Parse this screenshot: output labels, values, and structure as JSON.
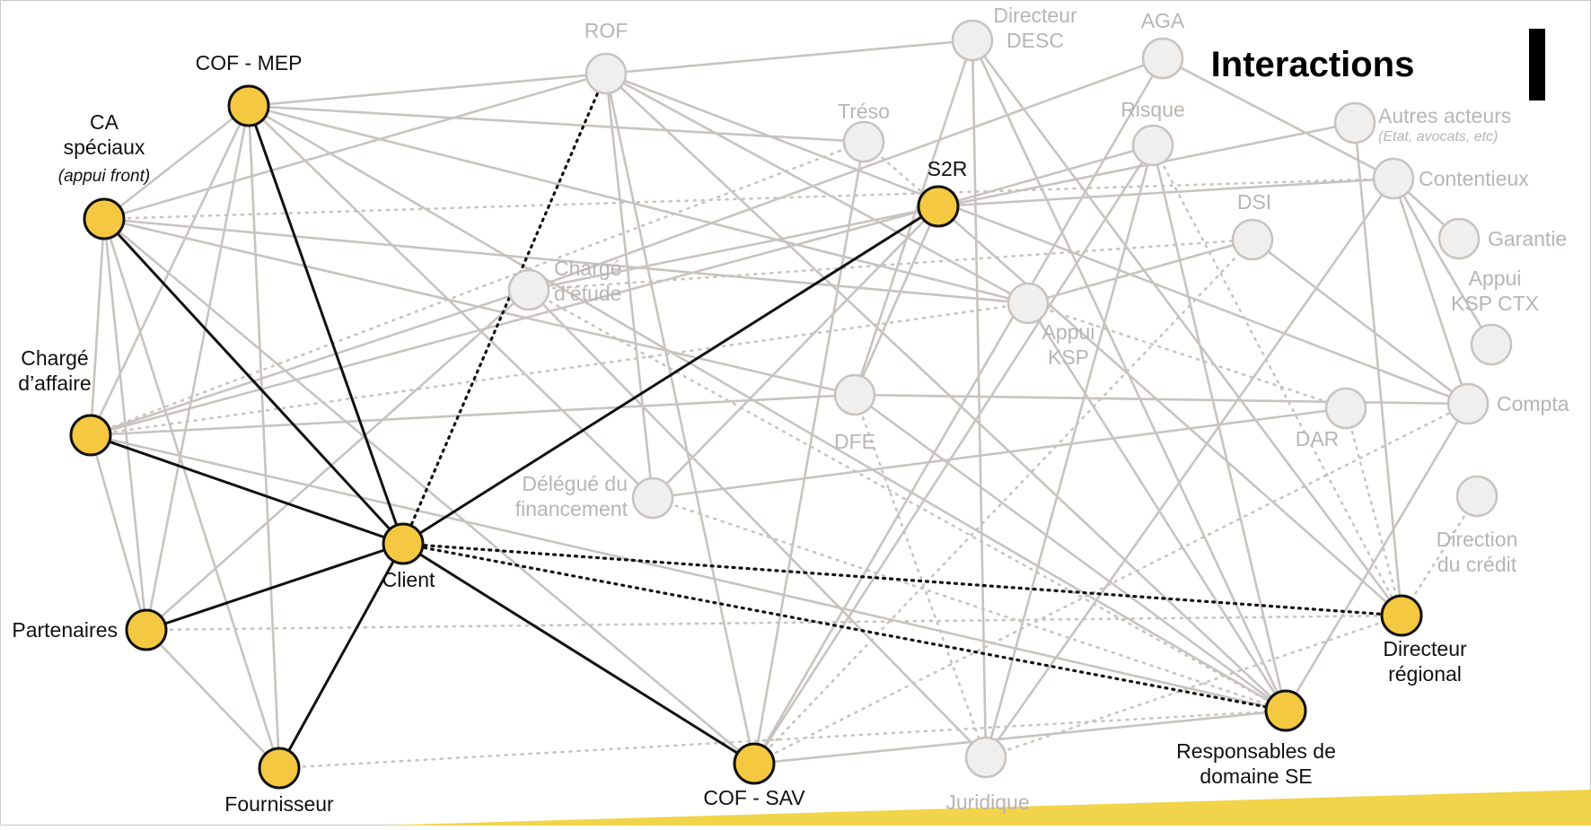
{
  "title": "Interactions",
  "colors": {
    "active_node": "#f5c842",
    "inactive_node": "#efefef",
    "active_text": "#111111",
    "inactive_text": "#b9b5b3",
    "grey_line": "#c9c3c0",
    "black_line": "#111111",
    "footer_band": "#f1d44a"
  },
  "nodes": [
    {
      "id": "rof",
      "label": "ROF",
      "active": false
    },
    {
      "id": "cof_mep",
      "label": "COF - MEP",
      "active": true
    },
    {
      "id": "ca_speciaux",
      "label": "CA\nspéciaux",
      "sublabel": "(appui front)",
      "active": true
    },
    {
      "id": "charge_affaire",
      "label": "Chargé\nd’affaire",
      "active": true
    },
    {
      "id": "partenaires",
      "label": "Partenaires",
      "active": true
    },
    {
      "id": "fournisseur",
      "label": "Fournisseur",
      "active": true
    },
    {
      "id": "client",
      "label": "Client",
      "active": true
    },
    {
      "id": "cof_sav",
      "label": "COF - SAV",
      "active": true
    },
    {
      "id": "s2r",
      "label": "S2R",
      "active": true
    },
    {
      "id": "directeur_regional",
      "label": "Directeur\nrégional",
      "active": true
    },
    {
      "id": "responsables_se",
      "label": "Responsables de\ndomaine SE",
      "active": true
    },
    {
      "id": "directeur_desc",
      "label": "Directeur\nDESC",
      "active": false
    },
    {
      "id": "aga",
      "label": "AGA",
      "active": false
    },
    {
      "id": "treso",
      "label": "Tréso",
      "active": false
    },
    {
      "id": "risque",
      "label": "Risque",
      "active": false
    },
    {
      "id": "autres_acteurs",
      "label": "Autres acteurs",
      "sublabel": "(Etat, avocats, etc)",
      "active": false
    },
    {
      "id": "contentieux",
      "label": "Contentieux",
      "active": false
    },
    {
      "id": "dsi",
      "label": "DSI",
      "active": false
    },
    {
      "id": "garantie",
      "label": "Garantie",
      "active": false
    },
    {
      "id": "charge_etude",
      "label": "Chargé\nd’étude",
      "active": false
    },
    {
      "id": "appui_ksp",
      "label": "Appui\nKSP",
      "active": false
    },
    {
      "id": "appui_ksp_ctx",
      "label": "Appui\nKSP CTX",
      "active": false
    },
    {
      "id": "dfe",
      "label": "DFE",
      "active": false
    },
    {
      "id": "compta",
      "label": "Compta",
      "active": false
    },
    {
      "id": "dar",
      "label": "DAR",
      "active": false
    },
    {
      "id": "delegue_financement",
      "label": "Délégué du\nfinancement",
      "active": false
    },
    {
      "id": "direction_credit",
      "label": "Direction\ndu crédit",
      "active": false
    },
    {
      "id": "juridique",
      "label": "Juridique",
      "active": false
    }
  ],
  "edges": [
    {
      "from": "client",
      "to": "cof_mep",
      "style": "black"
    },
    {
      "from": "client",
      "to": "ca_speciaux",
      "style": "black"
    },
    {
      "from": "client",
      "to": "charge_affaire",
      "style": "black"
    },
    {
      "from": "client",
      "to": "partenaires",
      "style": "black"
    },
    {
      "from": "client",
      "to": "fournisseur",
      "style": "black"
    },
    {
      "from": "client",
      "to": "cof_sav",
      "style": "black"
    },
    {
      "from": "client",
      "to": "s2r",
      "style": "black"
    },
    {
      "from": "client",
      "to": "rof",
      "style": "black-dotted"
    },
    {
      "from": "client",
      "to": "directeur_regional",
      "style": "black-dotted"
    },
    {
      "from": "client",
      "to": "responsables_se",
      "style": "black-dotted"
    },
    {
      "from": "cof_mep",
      "to": "rof",
      "style": "grey"
    },
    {
      "from": "cof_mep",
      "to": "ca_speciaux",
      "style": "grey"
    },
    {
      "from": "cof_mep",
      "to": "charge_affaire",
      "style": "grey"
    },
    {
      "from": "cof_mep",
      "to": "partenaires",
      "style": "grey"
    },
    {
      "from": "cof_mep",
      "to": "fournisseur",
      "style": "grey"
    },
    {
      "from": "cof_mep",
      "to": "treso",
      "style": "grey"
    },
    {
      "from": "cof_mep",
      "to": "appui_ksp",
      "style": "grey"
    },
    {
      "from": "cof_mep",
      "to": "delegue_financement",
      "style": "grey"
    },
    {
      "from": "cof_mep",
      "to": "responsables_se",
      "style": "grey"
    },
    {
      "from": "ca_speciaux",
      "to": "partenaires",
      "style": "grey"
    },
    {
      "from": "ca_speciaux",
      "to": "fournisseur",
      "style": "grey"
    },
    {
      "from": "ca_speciaux",
      "to": "rof",
      "style": "grey"
    },
    {
      "from": "ca_speciaux",
      "to": "appui_ksp",
      "style": "grey"
    },
    {
      "from": "ca_speciaux",
      "to": "dfe",
      "style": "grey"
    },
    {
      "from": "ca_speciaux",
      "to": "cof_sav",
      "style": "grey"
    },
    {
      "from": "charge_affaire",
      "to": "partenaires",
      "style": "grey"
    },
    {
      "from": "charge_affaire",
      "to": "ca_speciaux",
      "style": "grey"
    },
    {
      "from": "charge_affaire",
      "to": "charge_etude",
      "style": "grey"
    },
    {
      "from": "charge_affaire",
      "to": "dfe",
      "style": "grey"
    },
    {
      "from": "charge_affaire",
      "to": "s2r",
      "style": "grey"
    },
    {
      "from": "charge_affaire",
      "to": "responsables_se",
      "style": "grey"
    },
    {
      "from": "partenaires",
      "to": "fournisseur",
      "style": "grey"
    },
    {
      "from": "partenaires",
      "to": "charge_etude",
      "style": "grey"
    },
    {
      "from": "rof",
      "to": "directeur_desc",
      "style": "grey"
    },
    {
      "from": "rof",
      "to": "delegue_financement",
      "style": "grey"
    },
    {
      "from": "rof",
      "to": "appui_ksp",
      "style": "grey"
    },
    {
      "from": "rof",
      "to": "cof_sav",
      "style": "grey"
    },
    {
      "from": "rof",
      "to": "responsables_se",
      "style": "grey"
    },
    {
      "from": "rof",
      "to": "compta",
      "style": "grey"
    },
    {
      "from": "directeur_desc",
      "to": "dfe",
      "style": "grey"
    },
    {
      "from": "directeur_desc",
      "to": "juridique",
      "style": "grey"
    },
    {
      "from": "directeur_desc",
      "to": "directeur_regional",
      "style": "grey"
    },
    {
      "from": "directeur_desc",
      "to": "responsables_se",
      "style": "grey"
    },
    {
      "from": "aga",
      "to": "cof_sav",
      "style": "grey"
    },
    {
      "from": "aga",
      "to": "contentieux",
      "style": "grey"
    },
    {
      "from": "aga",
      "to": "charge_etude",
      "style": "grey"
    },
    {
      "from": "risque",
      "to": "s2r",
      "style": "grey"
    },
    {
      "from": "risque",
      "to": "responsables_se",
      "style": "grey"
    },
    {
      "from": "risque",
      "to": "cof_sav",
      "style": "grey"
    },
    {
      "from": "risque",
      "to": "juridique",
      "style": "grey"
    },
    {
      "from": "treso",
      "to": "cof_sav",
      "style": "grey"
    },
    {
      "from": "s2r",
      "to": "contentieux",
      "style": "grey"
    },
    {
      "from": "s2r",
      "to": "dfe",
      "style": "grey"
    },
    {
      "from": "s2r",
      "to": "directeur_regional",
      "style": "grey"
    },
    {
      "from": "autres_acteurs",
      "to": "charge_etude",
      "style": "grey"
    },
    {
      "from": "autres_acteurs",
      "to": "directeur_regional",
      "style": "grey"
    },
    {
      "from": "contentieux",
      "to": "garantie",
      "style": "grey"
    },
    {
      "from": "contentieux",
      "to": "appui_ksp_ctx",
      "style": "grey"
    },
    {
      "from": "contentieux",
      "to": "compta",
      "style": "grey"
    },
    {
      "from": "contentieux",
      "to": "juridique",
      "style": "grey"
    },
    {
      "from": "dsi",
      "to": "appui_ksp",
      "style": "grey"
    },
    {
      "from": "dsi",
      "to": "compta",
      "style": "grey"
    },
    {
      "from": "appui_ksp",
      "to": "responsables_se",
      "style": "grey"
    },
    {
      "from": "dfe",
      "to": "compta",
      "style": "grey"
    },
    {
      "from": "dfe",
      "to": "responsables_se",
      "style": "grey"
    },
    {
      "from": "dar",
      "to": "delegue_financement",
      "style": "grey"
    },
    {
      "from": "compta",
      "to": "responsables_se",
      "style": "grey"
    },
    {
      "from": "delegue_financement",
      "to": "s2r",
      "style": "grey"
    },
    {
      "from": "cof_sav",
      "to": "responsables_se",
      "style": "grey"
    },
    {
      "from": "juridique",
      "to": "charge_etude",
      "style": "grey"
    },
    {
      "from": "ca_speciaux",
      "to": "contentieux",
      "style": "grey-dotted"
    },
    {
      "from": "charge_affaire",
      "to": "treso",
      "style": "grey-dotted"
    },
    {
      "from": "charge_affaire",
      "to": "appui_ksp",
      "style": "grey-dotted"
    },
    {
      "from": "partenaires",
      "to": "directeur_regional",
      "style": "grey-dotted"
    },
    {
      "from": "fournisseur",
      "to": "responsables_se",
      "style": "grey-dotted"
    },
    {
      "from": "charge_etude",
      "to": "dsi",
      "style": "grey-dotted"
    },
    {
      "from": "charge_etude",
      "to": "responsables_se",
      "style": "grey-dotted"
    },
    {
      "from": "appui_ksp",
      "to": "dar",
      "style": "grey-dotted"
    },
    {
      "from": "dfe",
      "to": "juridique",
      "style": "grey-dotted"
    },
    {
      "from": "delegue_financement",
      "to": "responsables_se",
      "style": "grey-dotted"
    },
    {
      "from": "cof_sav",
      "to": "dsi",
      "style": "grey-dotted"
    },
    {
      "from": "cof_sav",
      "to": "compta",
      "style": "grey-dotted"
    },
    {
      "from": "risque",
      "to": "directeur_regional",
      "style": "grey-dotted"
    },
    {
      "from": "dar",
      "to": "directeur_regional",
      "style": "grey-dotted"
    },
    {
      "from": "direction_credit",
      "to": "directeur_regional",
      "style": "grey-dotted"
    },
    {
      "from": "juridique",
      "to": "directeur_regional",
      "style": "grey-dotted"
    },
    {
      "from": "treso",
      "to": "s2r",
      "style": "grey-dotted"
    }
  ]
}
